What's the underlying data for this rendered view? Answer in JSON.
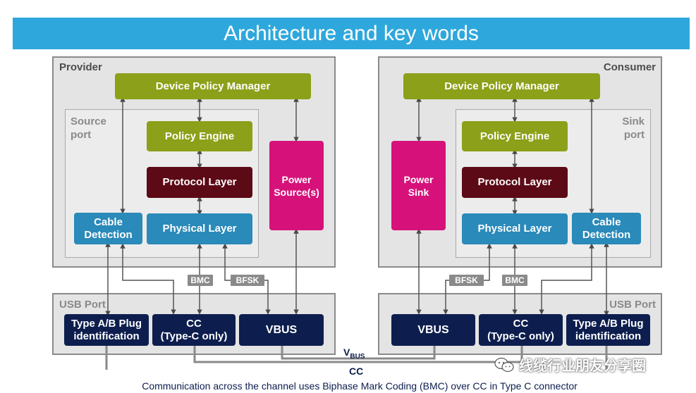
{
  "title": "Architecture and key words",
  "provider": {
    "title": "Provider",
    "device_policy_manager": "Device Policy Manager",
    "port_label_line1": "Source",
    "port_label_line2": "port",
    "policy_engine": "Policy Engine",
    "protocol_layer": "Protocol Layer",
    "physical_layer": "Physical Layer",
    "cable_detection_line1": "Cable",
    "cable_detection_line2": "Detection",
    "power_line1": "Power",
    "power_line2": "Source(s)"
  },
  "consumer": {
    "title": "Consumer",
    "device_policy_manager": "Device Policy Manager",
    "port_label_line1": "Sink",
    "port_label_line2": "port",
    "policy_engine": "Policy Engine",
    "protocol_layer": "Protocol Layer",
    "physical_layer": "Physical Layer",
    "cable_detection_line1": "Cable",
    "cable_detection_line2": "Detection",
    "power_line1": "Power",
    "power_line2": "Sink"
  },
  "usb_port_left": {
    "label": "USB Port",
    "plug_id_line1": "Type A/B Plug",
    "plug_id_line2": "identification",
    "cc_line1": "CC",
    "cc_line2": "(Type-C only)",
    "vbus": "VBUS"
  },
  "usb_port_right": {
    "label": "USB Port",
    "plug_id_line1": "Type A/B Plug",
    "plug_id_line2": "identification",
    "cc_line1": "CC",
    "cc_line2": "(Type-C only)",
    "vbus": "VBUS"
  },
  "tags": {
    "bmc": "BMC",
    "bfsk": "BFSK"
  },
  "wires": {
    "vbus_main": "V",
    "vbus_sub": "BUS",
    "cc": "CC"
  },
  "caption": "Communication across the channel uses Biphase Mark Coding (BMC) over CC in Type C connector",
  "watermark": "线缆行业朋友分享圈",
  "colors": {
    "banner": "#2ea8dc",
    "green": "#8ca019",
    "maroon": "#5c0a16",
    "blue": "#2a8ab9",
    "navy": "#0d1e4e",
    "magenta": "#d6127a"
  }
}
